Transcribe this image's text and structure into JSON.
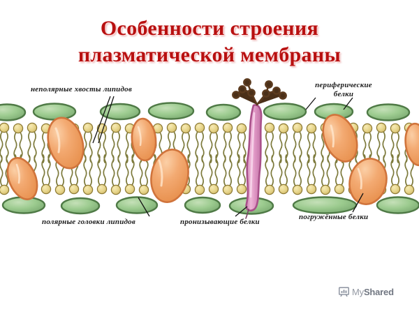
{
  "slide": {
    "title": "Особенности строения\nплазматической мембраны",
    "title_color": "#b81010",
    "background": "#ffffff"
  },
  "labels": {
    "nonpolar_tails": "неполярные хвосты липидов",
    "peripheral_proteins": "периферические\nбелки",
    "polar_heads": "полярные головки липидов",
    "piercing_proteins": "пронизывающие белки",
    "embedded_proteins": "погружённые белки"
  },
  "diagram": {
    "name": "plasma-membrane-fluid-mosaic",
    "colors": {
      "peripheral_protein_green": "#8fbf86",
      "peripheral_protein_green_dark": "#4f7a46",
      "polar_head_yellow": "#e8d48a",
      "polar_head_outline": "#8d7a34",
      "tail_olive": "#7d7a3c",
      "embedded_protein_orange": "#f0a368",
      "embedded_protein_outline": "#d0743c",
      "transmembrane_pink": "#dd8fc0",
      "transmembrane_outline": "#a9508a",
      "glycan_brown": "#5b3a1e"
    },
    "elements": {
      "polar_head_count_top": 22,
      "polar_head_count_bottom": 22,
      "peripheral_protein_count": 12,
      "embedded_protein_count": 6,
      "transmembrane_protein_count": 1,
      "glycan_chain_count": 1
    }
  },
  "watermark": {
    "icon": "presentation-chart-icon",
    "text_light": "My",
    "text_bold": "Shared"
  }
}
